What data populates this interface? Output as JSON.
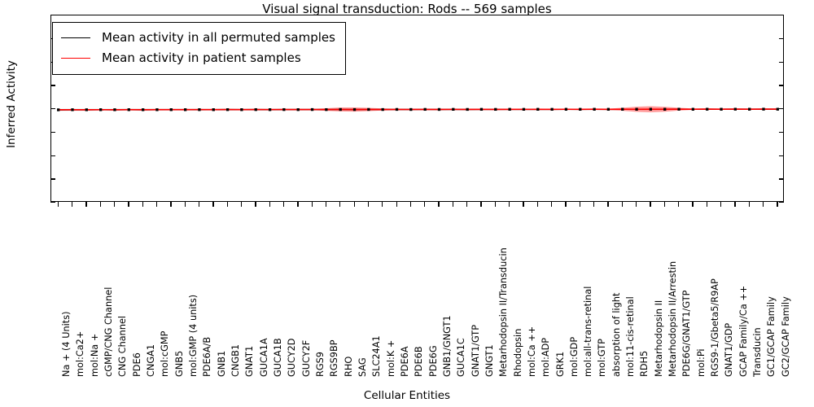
{
  "chart_data": {
    "type": "line",
    "title": "Visual signal transduction: Rods -- 569 samples",
    "xlabel": "Cellular Entities",
    "ylabel": "Inferred Activity",
    "ylim": [
      -4,
      4
    ],
    "yticks": [
      4,
      3,
      2,
      1,
      0,
      -1,
      -2,
      -3,
      -4
    ],
    "grid": false,
    "legend_position": "upper left",
    "n_samples": 569,
    "categories": [
      "Na + (4 Units)",
      "mol:Ca2+",
      "mol:Na +",
      "cGMP/CNG Channel",
      "CNG Channel",
      "PDE6",
      "CNGA1",
      "mol:cGMP",
      "GNB5",
      "mol:GMP (4 units)",
      "PDE6A/B",
      "GNB1",
      "CNGB1",
      "GNAT1",
      "GUCA1A",
      "GUCA1B",
      "GUCY2D",
      "GUCY2F",
      "RGS9",
      "RGS9BP",
      "RHO",
      "SAG",
      "SLC24A1",
      "mol:K +",
      "PDE6A",
      "PDE6B",
      "PDE6G",
      "GNB1/GNGT1",
      "GUCA1C",
      "GNAT1/GTP",
      "GNGT1",
      "Metarhodopsin II/Transducin",
      "Rhodopsin",
      "mol:Ca ++",
      "mol:ADP",
      "GRK1",
      "mol:GDP",
      "mol:all-trans-retinal",
      "mol:GTP",
      "absorption of light",
      "mol:11-cis-retinal",
      "RDH5",
      "Metarhodopsin II",
      "Metarhodopsin II/Arrestin",
      "PDE6G/GNAT1/GTP",
      "mol:Pi",
      "RGS9-1/Gbeta5/R9AP",
      "GNAT1/GDP",
      "GCAP Family/Ca ++",
      "Transducin",
      "GC1/GCAP Family",
      "GC2/GCAP Family"
    ],
    "series": [
      {
        "name": "Mean activity in all permuted samples",
        "color": "#000000",
        "values": [
          -0.035,
          -0.03,
          -0.032,
          -0.028,
          -0.03,
          -0.026,
          -0.03,
          -0.028,
          -0.025,
          -0.027,
          -0.024,
          -0.026,
          -0.023,
          -0.025,
          -0.022,
          -0.024,
          -0.021,
          -0.023,
          -0.02,
          -0.022,
          -0.018,
          -0.02,
          -0.017,
          -0.019,
          -0.016,
          -0.018,
          -0.015,
          -0.017,
          -0.014,
          -0.016,
          -0.013,
          -0.015,
          -0.012,
          -0.014,
          -0.011,
          -0.013,
          -0.01,
          -0.012,
          -0.009,
          -0.011,
          -0.008,
          -0.01,
          -0.007,
          -0.009,
          -0.006,
          -0.008,
          -0.005,
          -0.007,
          -0.004,
          -0.006,
          -0.003,
          -0.005
        ],
        "band": [
          0.045,
          0.043,
          0.044,
          0.042,
          0.043,
          0.041,
          0.042,
          0.04,
          0.041,
          0.039,
          0.04,
          0.038,
          0.039,
          0.037,
          0.038,
          0.036,
          0.037,
          0.035,
          0.036,
          0.034,
          0.035,
          0.033,
          0.034,
          0.032,
          0.033,
          0.031,
          0.032,
          0.03,
          0.031,
          0.029,
          0.03,
          0.028,
          0.029,
          0.027,
          0.028,
          0.026,
          0.027,
          0.025,
          0.026,
          0.024,
          0.025,
          0.023,
          0.024,
          0.022,
          0.023,
          0.021,
          0.022,
          0.02,
          0.021,
          0.019,
          0.02,
          0.018
        ]
      },
      {
        "name": "Mean activity in patient samples",
        "color": "#ff0000",
        "values": [
          -0.03,
          -0.028,
          -0.029,
          -0.026,
          -0.028,
          -0.024,
          -0.027,
          -0.025,
          -0.023,
          -0.025,
          -0.022,
          -0.024,
          -0.021,
          -0.023,
          -0.02,
          -0.022,
          -0.019,
          -0.021,
          -0.018,
          -0.02,
          -0.017,
          -0.019,
          -0.016,
          -0.018,
          -0.015,
          -0.017,
          -0.014,
          -0.016,
          -0.013,
          -0.015,
          -0.012,
          -0.014,
          -0.011,
          -0.013,
          -0.01,
          -0.012,
          -0.009,
          -0.011,
          -0.008,
          -0.01,
          -0.007,
          -0.009,
          -0.006,
          -0.008,
          -0.005,
          -0.007,
          -0.004,
          -0.006,
          -0.003,
          -0.005,
          -0.002,
          -0.004
        ],
        "band": [
          0.03,
          0.028,
          0.03,
          0.026,
          0.03,
          0.024,
          0.03,
          0.027,
          0.024,
          0.03,
          0.026,
          0.03,
          0.024,
          0.03,
          0.026,
          0.03,
          0.024,
          0.03,
          0.026,
          0.055,
          0.085,
          0.09,
          0.07,
          0.045,
          0.03,
          0.028,
          0.03,
          0.026,
          0.03,
          0.024,
          0.03,
          0.026,
          0.03,
          0.024,
          0.03,
          0.026,
          0.03,
          0.024,
          0.03,
          0.026,
          0.065,
          0.11,
          0.13,
          0.105,
          0.06,
          0.03,
          0.028,
          0.026,
          0.03,
          0.024,
          0.028,
          0.024
        ]
      }
    ]
  },
  "legend": {
    "items": [
      {
        "label": "Mean activity in all permuted samples",
        "color": "#000000"
      },
      {
        "label": "Mean activity in patient samples",
        "color": "#ff0000"
      }
    ]
  }
}
